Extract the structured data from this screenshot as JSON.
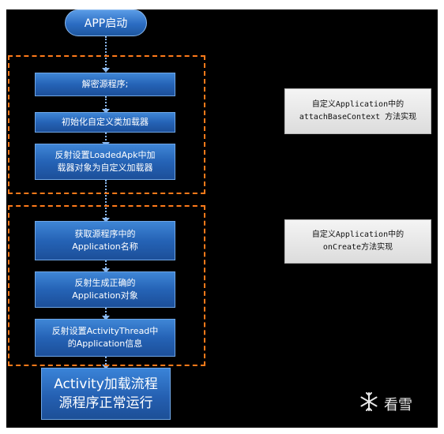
{
  "start": {
    "label": "APP启动"
  },
  "group1": {
    "steps": [
      {
        "lines": [
          "解密源程序;"
        ]
      },
      {
        "lines": [
          "初始化自定义类加载器"
        ]
      },
      {
        "lines": [
          "反射设置LoadedApk中加",
          "载器对象为自定义加载器"
        ]
      }
    ],
    "note": {
      "lines": [
        "自定义Application中的",
        "attachBaseContext 方法实现"
      ]
    }
  },
  "group2": {
    "steps": [
      {
        "lines": [
          "获取源程序中的",
          "Application名称"
        ]
      },
      {
        "lines": [
          "反射生成正确的",
          "Application对象"
        ]
      },
      {
        "lines": [
          "反射设置ActivityThread中",
          "的Application信息"
        ]
      }
    ],
    "note": {
      "lines": [
        "自定义Application中的",
        "onCreate方法实现"
      ]
    }
  },
  "final": {
    "lines": [
      "Activity加载流程",
      "源程序正常运行"
    ]
  },
  "watermark": {
    "icon": "snowflake-icon",
    "text": "看雪"
  },
  "colors": {
    "background": "#000000",
    "box": "#2a6bc0",
    "dash": "#ff7a1a",
    "note": "#e6e6e6"
  }
}
